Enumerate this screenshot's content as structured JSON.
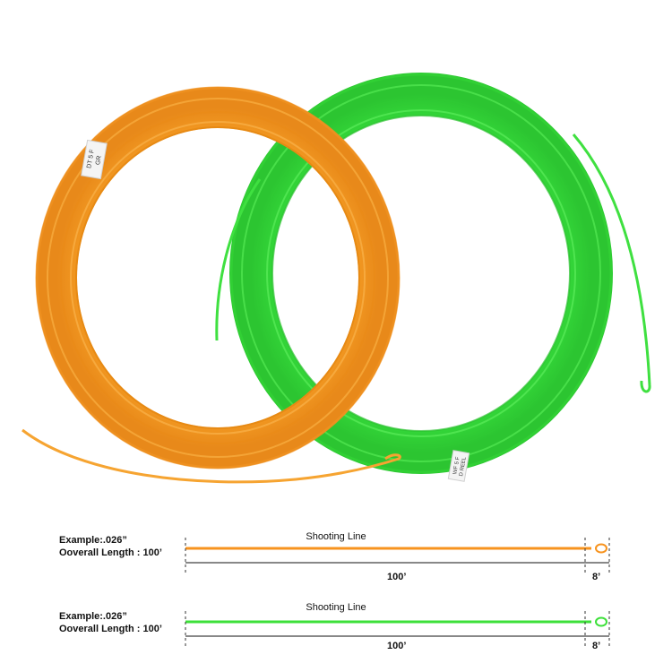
{
  "colors": {
    "orange_line": "#f7931e",
    "green_line": "#3de03a",
    "background": "#ffffff",
    "text": "#111111"
  },
  "photo": {
    "orange_coil_tag": "DT 5 F",
    "orange_coil_tag_line2": "GR",
    "green_coil_tag": "WF 5 F",
    "green_coil_tag_line2": "D REEL"
  },
  "diagrams": [
    {
      "id": "orange",
      "example": "Example:.026”",
      "overall_length": "Ooverall Length : 100’",
      "section_label": "Shooting Line",
      "main_length": "100’",
      "loop_length": "8’",
      "line_color": "#f7931e"
    },
    {
      "id": "green",
      "example": "Example:.026”",
      "overall_length": "Ooverall Length : 100’",
      "section_label": "Shooting Line",
      "main_length": "100’",
      "loop_length": "8’",
      "line_color": "#3de03a"
    }
  ]
}
